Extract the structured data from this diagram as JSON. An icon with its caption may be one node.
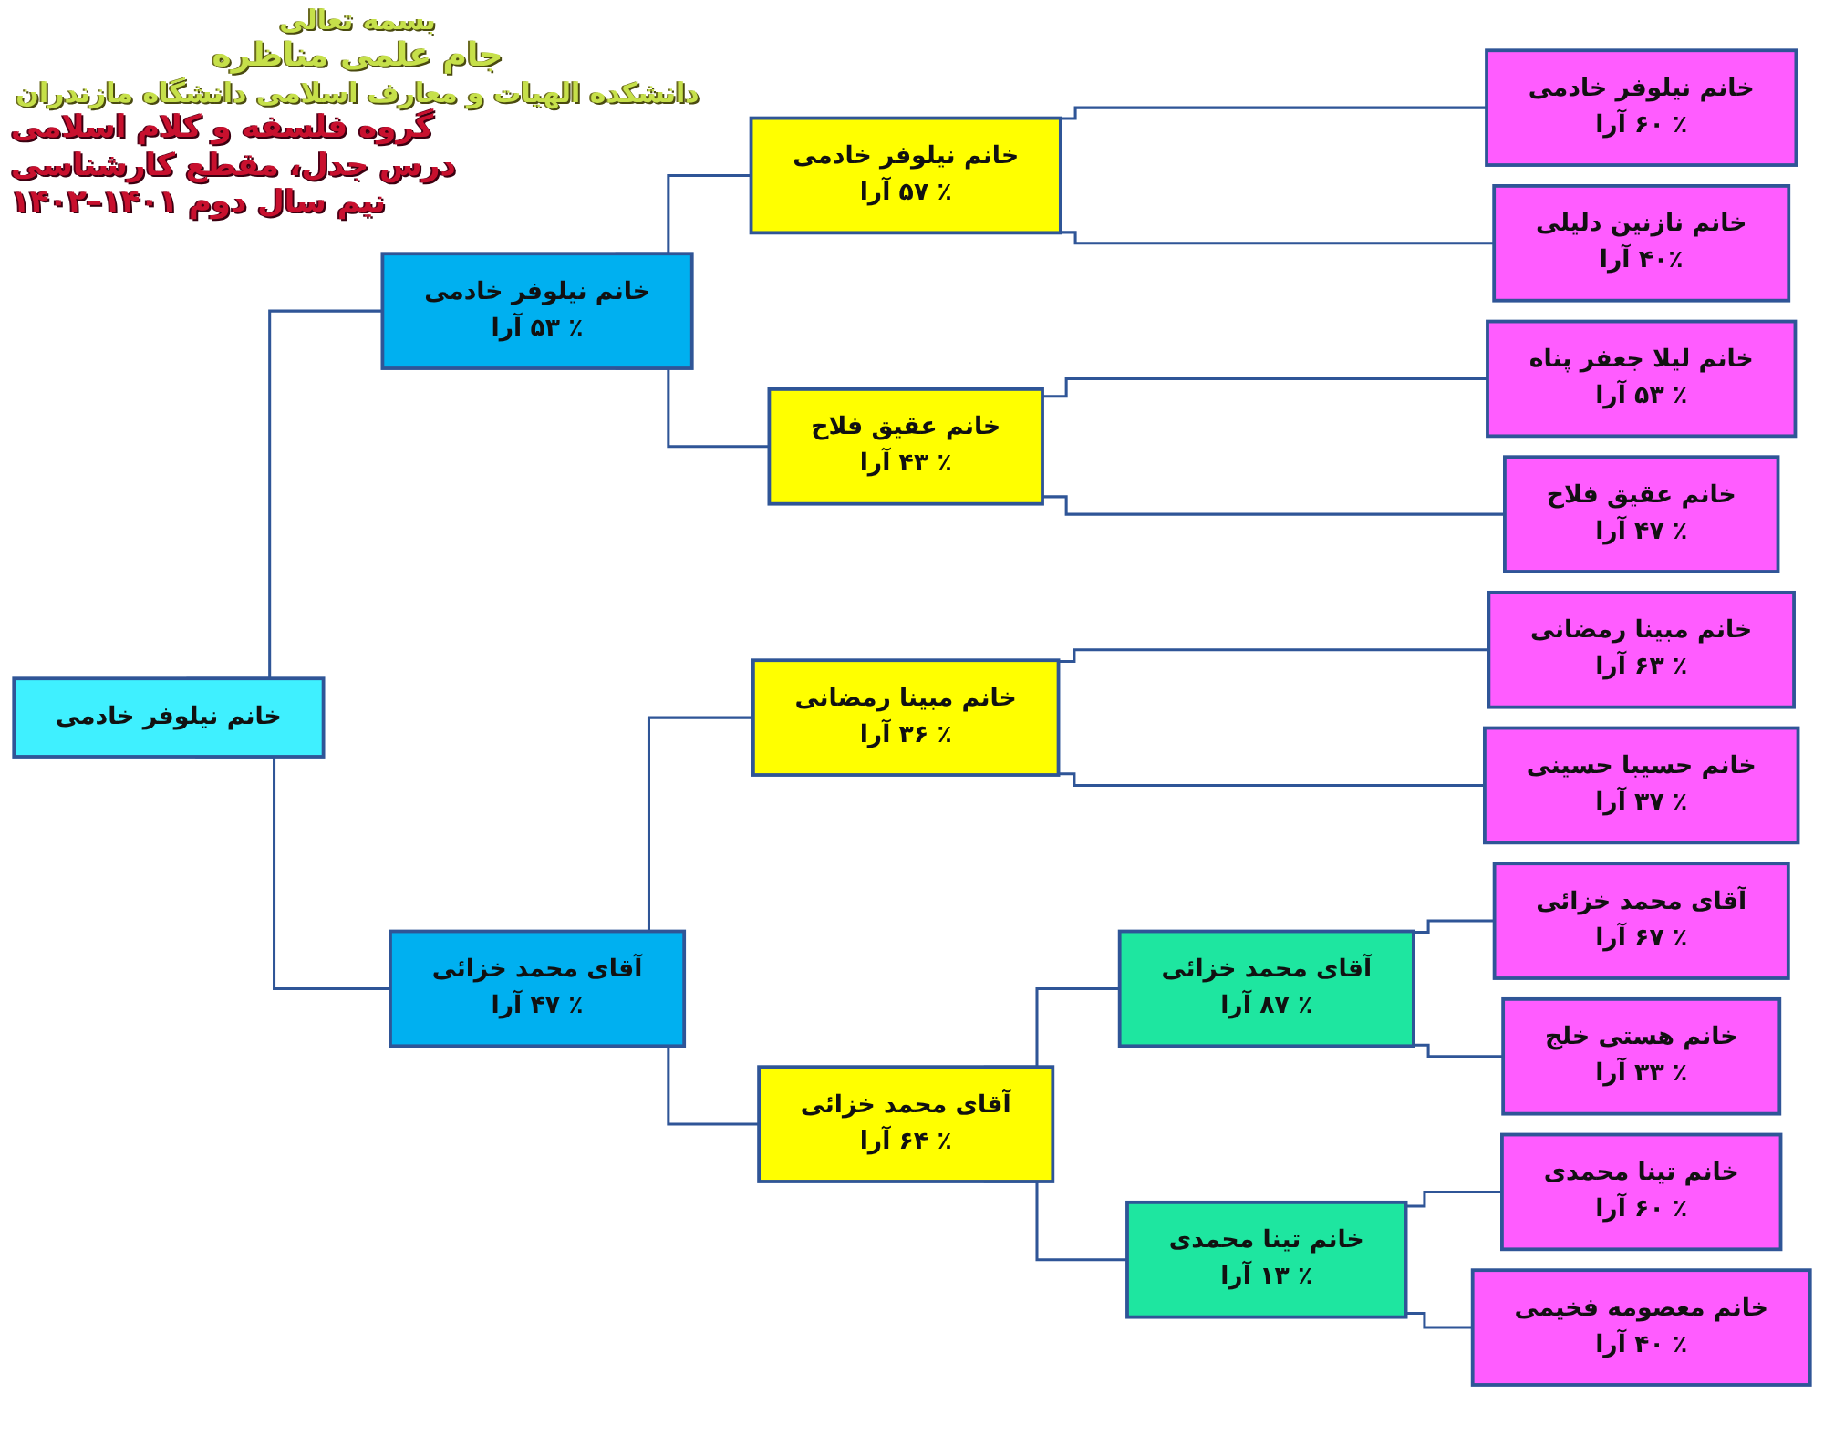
{
  "diagram": {
    "title": "جام علمی مناظره",
    "nodes": [
      {
        "text": [
          "خانم نیلوفر خادمی"
        ]
      },
      {
        "text": [
          "خانم نیلوفر خادمی",
          "٪ ۵۳ آرا"
        ]
      },
      {
        "text": [
          "خانم نیلوفر خادمی",
          "٪ ۵۷ آرا"
        ]
      },
      {
        "text": [
          "خانم نیلوفر خادمی",
          "٪ ۶۰ آرا"
        ]
      },
      {
        "text": [
          "خانم نازنین دلیلی",
          "۴۰٪ آرا"
        ]
      },
      {
        "text": [
          "خانم عقیق فلاح",
          "٪ ۴۳ آرا"
        ]
      },
      {
        "text": [
          "خانم لیلا جعفر پناه",
          "٪ ۵۳ آرا"
        ]
      },
      {
        "text": [
          "خانم عقیق فلاح",
          "٪ ۴۷ آرا"
        ]
      },
      {
        "text": [
          "آقای محمد خزائی",
          "٪ ۴۷ آرا"
        ]
      },
      {
        "text": [
          "خانم مبینا رمضانی",
          "٪ ۳۶ آرا"
        ]
      },
      {
        "text": [
          "خانم مبینا رمضانی",
          "٪ ۶۳ آرا"
        ]
      },
      {
        "text": [
          "خانم حسیبا حسینی",
          "٪ ۳۷ آرا"
        ]
      },
      {
        "text": [
          "آقای محمد خزائی",
          "٪ ۶۴ آرا"
        ]
      },
      {
        "text": [
          "آقای محمد خزائی",
          "٪ ۸۷ آرا"
        ]
      },
      {
        "text": [
          "آقای محمد خزائی",
          "٪ ۶۷ آرا"
        ]
      },
      {
        "text": [
          "خانم هستی خلج",
          "٪ ۳۳ آرا"
        ]
      },
      {
        "text": [
          "خانم تینا محمدی",
          "٪ ۱۳ آرا"
        ]
      },
      {
        "text": [
          "خانم تینا محمدی",
          "٪ ۶۰ آرا"
        ]
      },
      {
        "text": [
          "خانم معصومه فخیمی",
          "٪ ۴۰ آرا"
        ]
      }
    ],
    "edges": [
      {
        "from": 0,
        "to": 1,
        "arrow": "none"
      },
      {
        "from": 0,
        "to": 8,
        "arrow": "none"
      },
      {
        "from": 1,
        "to": 2,
        "arrow": "none"
      },
      {
        "from": 1,
        "to": 5,
        "arrow": "none"
      },
      {
        "from": 2,
        "to": 3,
        "arrow": "none"
      },
      {
        "from": 2,
        "to": 4,
        "arrow": "none"
      },
      {
        "from": 5,
        "to": 6,
        "arrow": "none"
      },
      {
        "from": 5,
        "to": 7,
        "arrow": "none"
      },
      {
        "from": 8,
        "to": 9,
        "arrow": "none"
      },
      {
        "from": 8,
        "to": 12,
        "arrow": "none"
      },
      {
        "from": 9,
        "to": 10,
        "arrow": "none"
      },
      {
        "from": 9,
        "to": 11,
        "arrow": "none"
      },
      {
        "from": 12,
        "to": 13,
        "arrow": "none"
      },
      {
        "from": 12,
        "to": 16,
        "arrow": "none"
      },
      {
        "from": 13,
        "to": 14,
        "arrow": "none"
      },
      {
        "from": 13,
        "to": 15,
        "arrow": "none"
      },
      {
        "from": 16,
        "to": 17,
        "arrow": "none"
      },
      {
        "from": 16,
        "to": 18,
        "arrow": "none"
      }
    ],
    "labels": [
      "بسمه تعالی",
      "دانشکده الهیات و معارف اسلامی دانشگاه مازندران",
      "گروه فلسفه و کلام اسلامی",
      "درس جدل، مقطع کارشناسی",
      "نیم سال دوم ۱۴۰۱–۱۴۰۲"
    ]
  }
}
